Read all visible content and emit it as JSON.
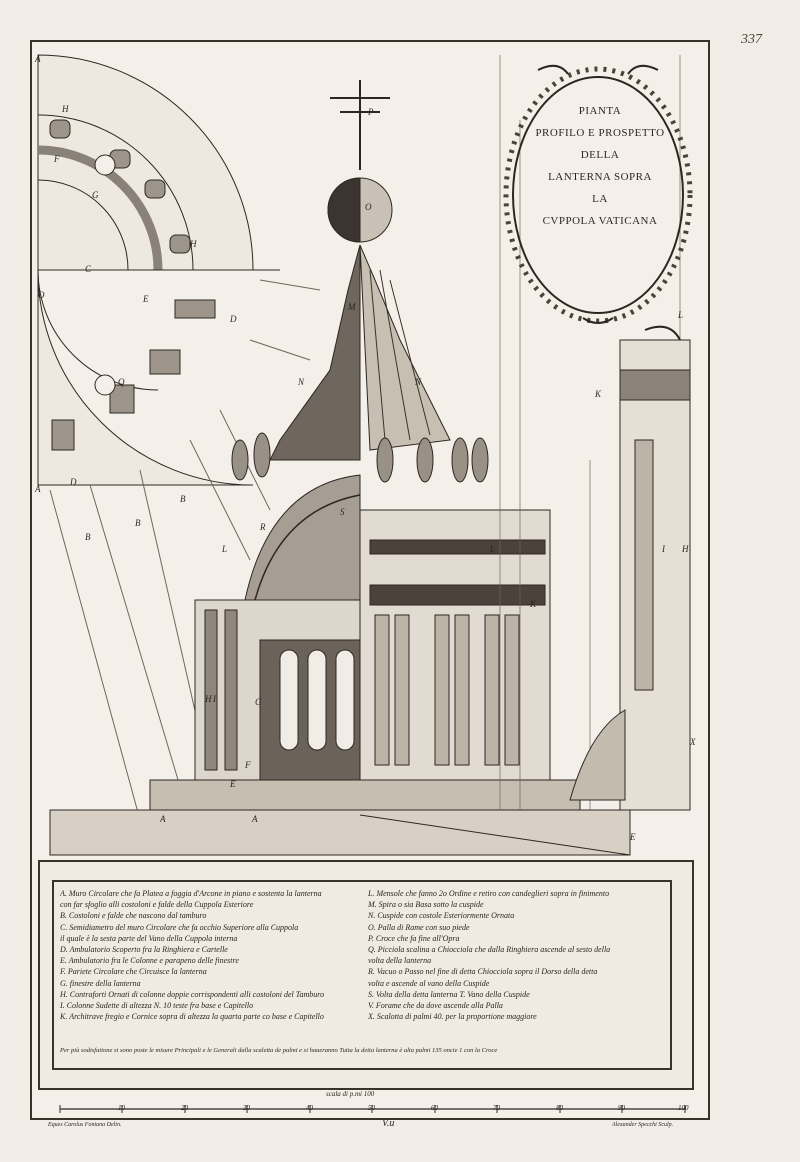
{
  "page_number": "337",
  "title_lines": [
    "PIANTA",
    "PROFILO E PROSPETTO",
    "DELLA",
    "LANTERNA SOPRA",
    "LA",
    "CVPPOLA VATICANA"
  ],
  "legend_left": [
    "A. Muro Circolare che fa Platea a foggia d'Arcone in piano e sostenta la lanterna",
    "con far sfoglio alli costoloni e falde della Cuppola Esteriore",
    "B. Costoloni e falde che nascono dal tamburo",
    "C. Semidiametro del muro Circolare che fa occhio Superiore alla Cuppola",
    "il quale è la sesta parte del Vano della Cuppola interna",
    "D. Ambulatorio Scoperto fra la Ringhiera e Cartelle",
    "E. Ambulatorio fra le Colonne e parapeno delle finestre",
    "F. Pariete Circolare che Circuisce la lanterna",
    "G. finestre della lanterna",
    "H. Contraforti Ornati di colonne doppie corrispondenti alli costoloni del Tamburo",
    "I. Colonne Sudette di altezza N. 10 teste fra base e Capitello",
    "K. Architrave fregio e Cornice sopra di altezza la quarta parte co base e Capitello"
  ],
  "legend_right": [
    "L. Mensole che fanno 2o Ordine e retiro con candeglieri sopra in finimento",
    "M. Spira o sia Basa sotto la cuspide",
    "N. Cuspide con costole Esteriormente Ornata",
    "O. Palla di Rame con suo piede",
    "P. Croce che fa fine all'Opra",
    "Q. Picciola scalina a Chiocciola che dalla Ringhiera ascende al sesto della",
    "volta della lanterna",
    "R. Vacuo o Passo nel fine di detta Chiocciola sopra il Dorso della detta",
    "volta e ascende al vano della Cuspide",
    "S. Volta della detta lanterna T. Vano della Cuspide",
    "V. Forame che da dove ascende alla Palla",
    "X. Scalotta di palmi 40. per la proportione maggiore"
  ],
  "footnote": "Per più sodisfatione si sono poste le misure Principali e le Generali dalla scaletta de palmi e si haueranno Tutta la detta lanterna è alta palmi 135 oncie 1 con la Croce",
  "scale_label": "scala di p.mi 100",
  "scale_ticks": [
    "10",
    "20",
    "30",
    "40",
    "50",
    "60",
    "70",
    "80",
    "90",
    "100"
  ],
  "signature_left": "Eques Carolus Fontana Delin.",
  "signature_right": "Alexander Specchi Sculp.",
  "plate_mark": "V.u",
  "plan_labels": [
    "A",
    "H",
    "F",
    "G",
    "C",
    "O",
    "E",
    "D",
    "Q",
    "H",
    "B"
  ],
  "elevation_labels": [
    "P",
    "O",
    "N",
    "M",
    "L",
    "K",
    "I",
    "H",
    "G",
    "F",
    "E",
    "S",
    "R",
    "T",
    "X"
  ]
}
